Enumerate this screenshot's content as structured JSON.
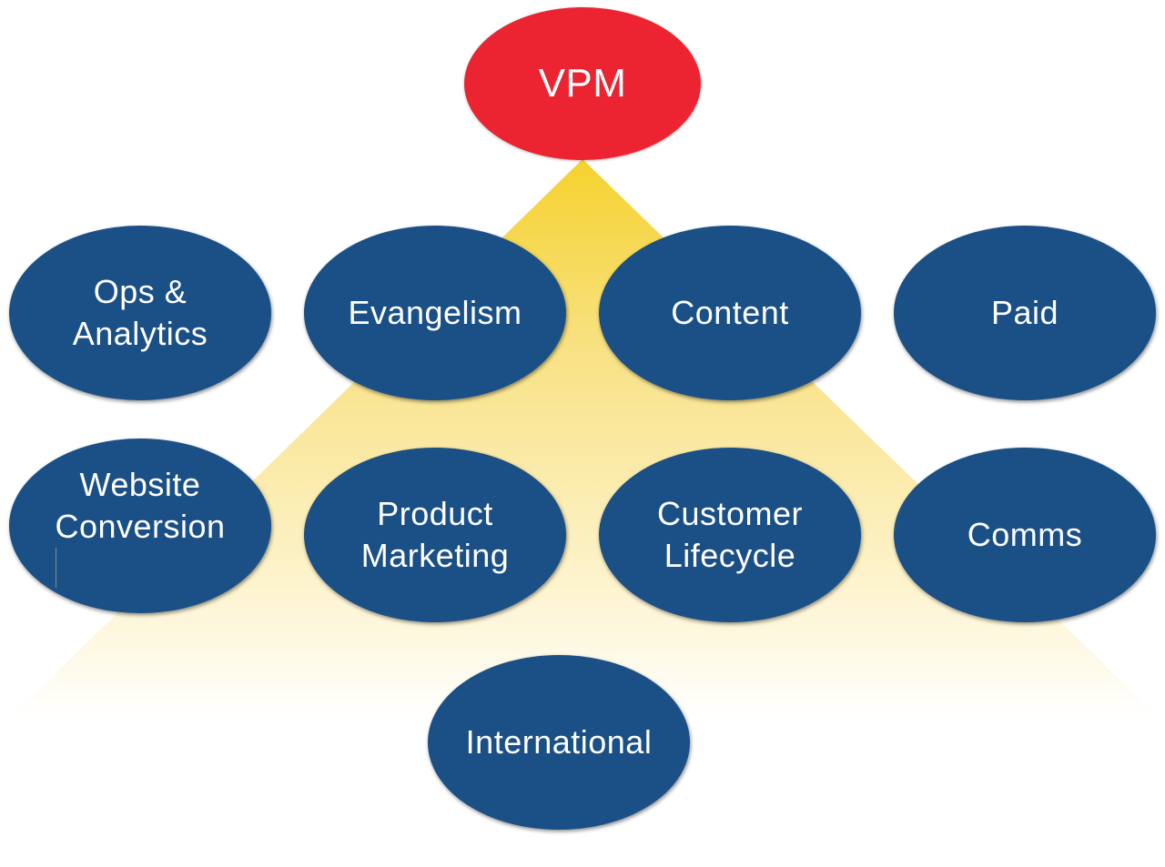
{
  "diagram": {
    "title_node": {
      "label": "VPM",
      "color": "#ec2432"
    },
    "node_color": "#1a5086",
    "text_color": "#ffffff",
    "background_shape": {
      "type": "pyramid",
      "color_top": "#f5d33c",
      "color_bottom": "#fffdf5"
    },
    "nodes": [
      {
        "id": "ops-analytics",
        "lines": [
          "Ops &",
          "Analytics"
        ]
      },
      {
        "id": "evangelism",
        "lines": [
          "Evangelism"
        ]
      },
      {
        "id": "content",
        "lines": [
          "Content"
        ]
      },
      {
        "id": "paid",
        "lines": [
          "Paid"
        ]
      },
      {
        "id": "website-conversion",
        "lines": [
          "Website",
          "Conversion"
        ]
      },
      {
        "id": "product-marketing",
        "lines": [
          "Product",
          "Marketing"
        ]
      },
      {
        "id": "customer-lifecycle",
        "lines": [
          "Customer",
          "Lifecycle"
        ]
      },
      {
        "id": "comms",
        "lines": [
          "Comms"
        ]
      },
      {
        "id": "international",
        "lines": [
          "International"
        ]
      }
    ]
  }
}
